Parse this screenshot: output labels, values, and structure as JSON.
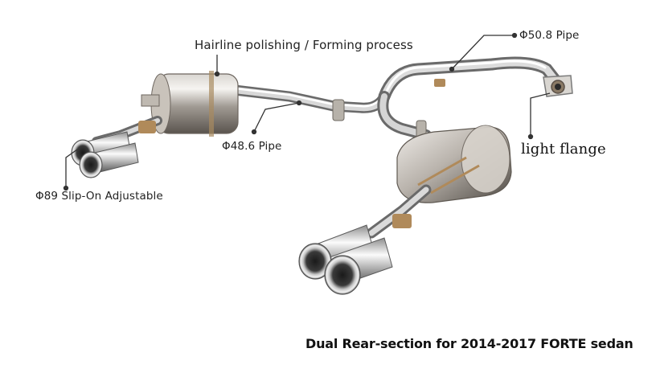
{
  "labels": {
    "hairline": "Hairline polishing / Forming process",
    "pipe_508": "Φ50.8 Pipe",
    "pipe_486": "Φ48.6 Pipe",
    "slip_on": "Φ89 Slip-On Adjustable",
    "flange": "light flange"
  },
  "caption": "Dual Rear-section for 2014-2017 FORTE sedan",
  "colors": {
    "pointer": "#333333",
    "steel_light": "#e9e9e9",
    "steel_dark": "#8a8a8a",
    "bronze": "#b08a5a"
  }
}
